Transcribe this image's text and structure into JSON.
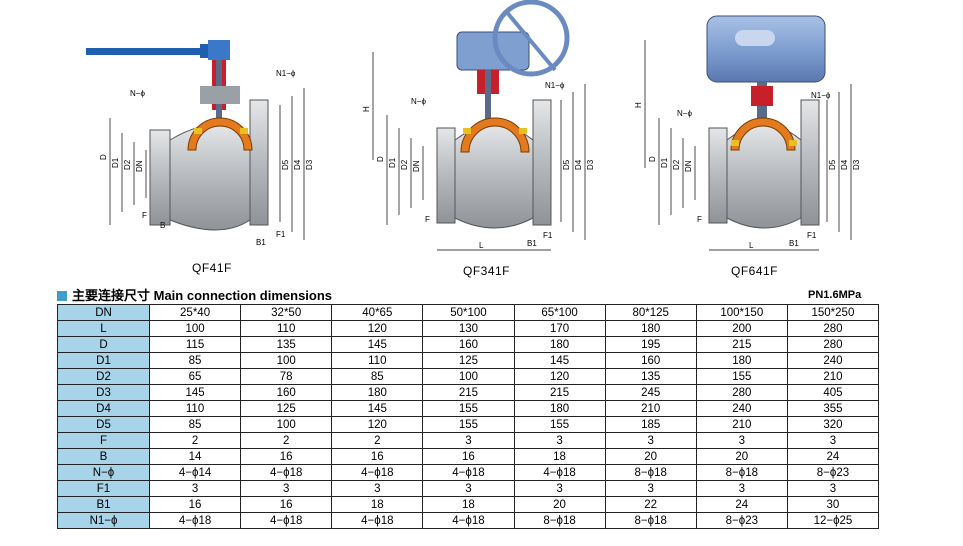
{
  "figures": [
    {
      "caption": "QF41F",
      "type": "lever-handle"
    },
    {
      "caption": "QF341F",
      "type": "worm-gear"
    },
    {
      "caption": "QF641F",
      "type": "pneumatic-actuator"
    }
  ],
  "dimension_labels": {
    "D": "D",
    "D1": "D1",
    "D2": "D2",
    "DN": "DN",
    "D3": "D3",
    "D4": "D4",
    "D5": "D5",
    "N": "N−ϕ",
    "N1": "N1−ϕ",
    "F": "F",
    "F1": "F1",
    "B": "B",
    "B1": "B1",
    "L": "L",
    "H": "H"
  },
  "section": {
    "title": "主要连接尺寸 Main connection dimensions",
    "pressure": "PN1.6MPa"
  },
  "table": {
    "header": {
      "label": "DN",
      "values": [
        "25*40",
        "32*50",
        "40*65",
        "50*100",
        "65*100",
        "80*125",
        "100*150",
        "150*250"
      ]
    },
    "rows": [
      {
        "label": "L",
        "values": [
          "100",
          "110",
          "120",
          "130",
          "170",
          "180",
          "200",
          "280"
        ]
      },
      {
        "label": "D",
        "values": [
          "115",
          "135",
          "145",
          "160",
          "180",
          "195",
          "215",
          "280"
        ]
      },
      {
        "label": "D1",
        "values": [
          "85",
          "100",
          "110",
          "125",
          "145",
          "160",
          "180",
          "240"
        ]
      },
      {
        "label": "D2",
        "values": [
          "65",
          "78",
          "85",
          "100",
          "120",
          "135",
          "155",
          "210"
        ]
      },
      {
        "label": "D3",
        "values": [
          "145",
          "160",
          "180",
          "215",
          "215",
          "245",
          "280",
          "405"
        ]
      },
      {
        "label": "D4",
        "values": [
          "110",
          "125",
          "145",
          "155",
          "180",
          "210",
          "240",
          "355"
        ]
      },
      {
        "label": "D5",
        "values": [
          "85",
          "100",
          "120",
          "155",
          "155",
          "185",
          "210",
          "320"
        ]
      },
      {
        "label": "F",
        "values": [
          "2",
          "2",
          "2",
          "3",
          "3",
          "3",
          "3",
          "3"
        ]
      },
      {
        "label": "B",
        "values": [
          "14",
          "16",
          "16",
          "16",
          "18",
          "20",
          "20",
          "24"
        ]
      },
      {
        "label": "N−ϕ",
        "values": [
          "4−ϕ14",
          "4−ϕ18",
          "4−ϕ18",
          "4−ϕ18",
          "4−ϕ18",
          "8−ϕ18",
          "8−ϕ18",
          "8−ϕ23"
        ]
      },
      {
        "label": "F1",
        "values": [
          "3",
          "3",
          "3",
          "3",
          "3",
          "3",
          "3",
          "3"
        ]
      },
      {
        "label": "B1",
        "values": [
          "16",
          "16",
          "18",
          "18",
          "20",
          "22",
          "24",
          "30"
        ]
      },
      {
        "label": "N1−ϕ",
        "values": [
          "4−ϕ18",
          "4−ϕ18",
          "4−ϕ18",
          "4−ϕ18",
          "8−ϕ18",
          "8−ϕ18",
          "8−ϕ23",
          "12−ϕ25"
        ]
      }
    ]
  },
  "colors": {
    "label_cell": "#a7d4e8",
    "title_marker": "#3f9ec9",
    "body_gray": "#c2c5c8",
    "seat_orange": "#e37a1e",
    "stem_red": "#c8202a",
    "actuator_blue": "#7f9fd0"
  }
}
